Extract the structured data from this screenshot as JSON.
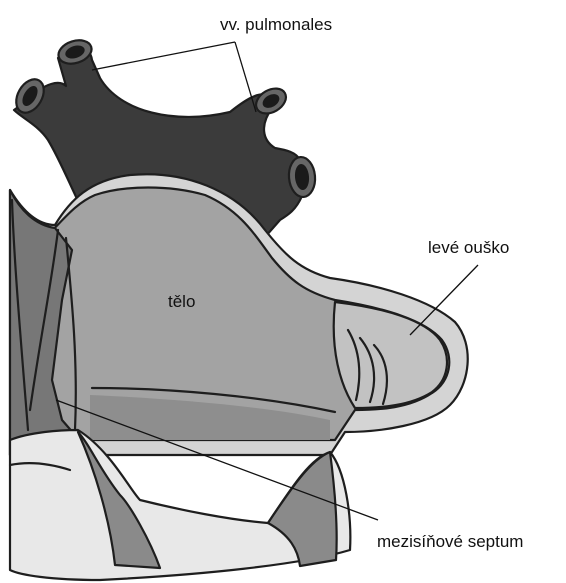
{
  "labels": {
    "veins": "vv. pulmonales",
    "appendage": "levé ouško",
    "body": "tělo",
    "septum": "mezisíňové septum"
  },
  "colors": {
    "veins": "#3b3b3b",
    "veins_dark": "#222222",
    "atrium_body": "#a3a3a3",
    "wall_outer": "#d4d4d4",
    "septum": "#777777",
    "lower_structure": "#e8e8e8",
    "lower_shadow": "#8e8e8e",
    "outline": "#1e1e1e"
  }
}
